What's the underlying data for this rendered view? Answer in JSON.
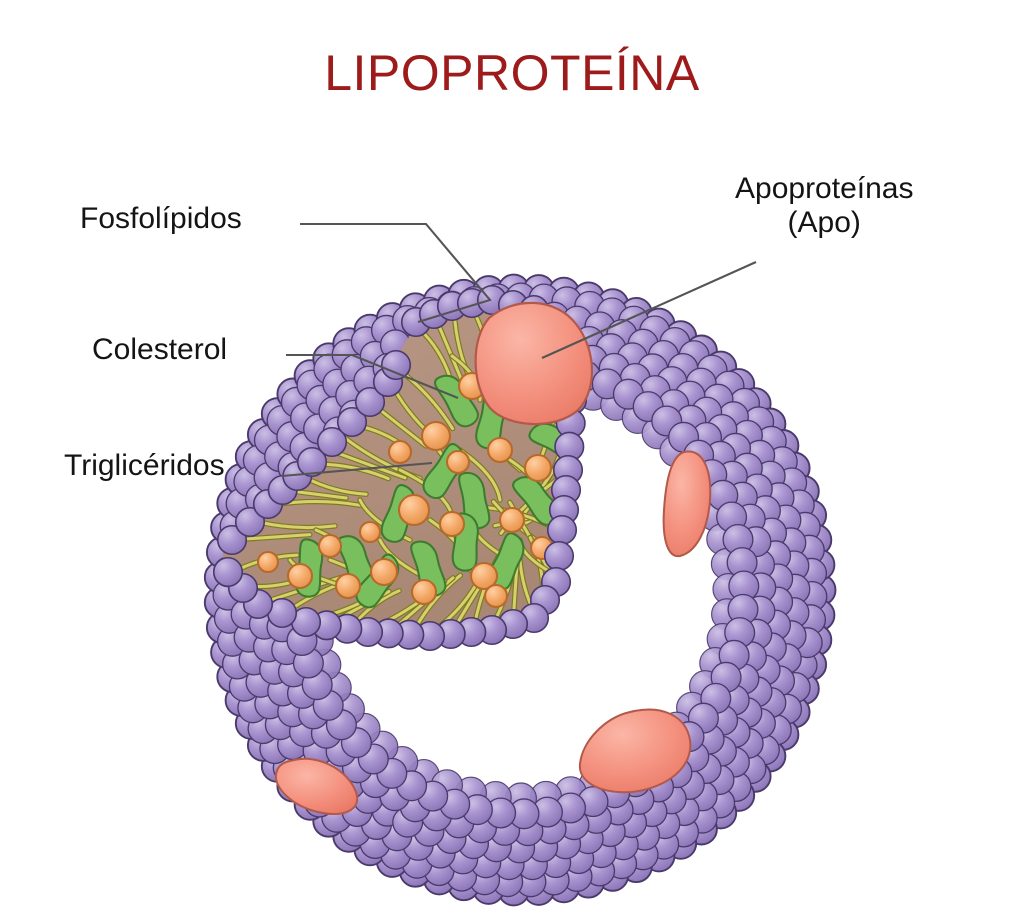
{
  "title": "LIPOPROTEÍNA",
  "title_color": "#9e1b1b",
  "background_color": "#ffffff",
  "labels": {
    "phospholipids": "Fosfolípidos",
    "cholesterol": "Colesterol",
    "triglycerides": "Triglicéridos",
    "apoproteins_line1": "Apoproteínas",
    "apoproteins_line2": "(Apo)"
  },
  "colors": {
    "bead_fill": "#9b87c4",
    "bead_fill_light": "#b9a9d8",
    "bead_outline": "#4a3a6b",
    "apoprotein_fill": "#f4907e",
    "apoprotein_outline": "#9e4a3c",
    "core_fill": "#b2927f",
    "tail_fill": "#d6d16a",
    "tail_outline": "#7d7a24",
    "cholesterol_fill": "#79bf5e",
    "cholesterol_outline": "#3f7a30",
    "triglyceride_fill": "#f3a867",
    "triglyceride_outline": "#b9692a",
    "leader_line": "#555555",
    "label_text": "#141414"
  },
  "diagram": {
    "name": "lipoprotein-cutaway",
    "description": "Cutaway cross-section of a lipoprotein particle showing a phospholipid monolayer shell of purple head-group beads, salmon apoprotein patches embedded in the surface, and a hydrophobic core containing orange triglyceride droplets and green cholesterol molecules among yellow fatty-acid tails.",
    "structures": [
      {
        "key": "phospholipids",
        "label": "Fosfolípidos",
        "color": "#9b87c4",
        "count_visible_beads": 820
      },
      {
        "key": "apoproteins",
        "label": "Apoproteínas (Apo)",
        "color": "#f4907e",
        "count_visible_patches": 4
      },
      {
        "key": "cholesterol",
        "label": "Colesterol",
        "color": "#79bf5e",
        "count_visible": 14
      },
      {
        "key": "triglycerides",
        "label": "Triglicéridos",
        "color": "#f3a867",
        "count_visible": 20
      }
    ]
  }
}
